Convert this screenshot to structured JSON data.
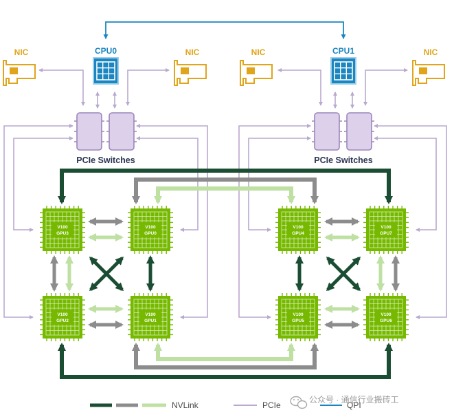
{
  "cpus": [
    {
      "id": "cpu0",
      "label": "CPU0"
    },
    {
      "id": "cpu1",
      "label": "CPU1"
    }
  ],
  "nics": [
    {
      "id": "nic1",
      "label": "NIC"
    },
    {
      "id": "nic2",
      "label": "NIC"
    },
    {
      "id": "nic3",
      "label": "NIC"
    },
    {
      "id": "nic4",
      "label": "NIC"
    }
  ],
  "switch_groups": [
    {
      "id": "sw-left",
      "label": "PCIe Switches"
    },
    {
      "id": "sw-right",
      "label": "PCIe Switches"
    }
  ],
  "gpus": [
    {
      "id": "gpu3",
      "line1": "V100",
      "line2": "GPU3"
    },
    {
      "id": "gpu0",
      "line1": "V100",
      "line2": "GPU0"
    },
    {
      "id": "gpu4",
      "line1": "V100",
      "line2": "GPU4"
    },
    {
      "id": "gpu7",
      "line1": "V100",
      "line2": "GPU7"
    },
    {
      "id": "gpu2",
      "line1": "V100",
      "line2": "GPU2"
    },
    {
      "id": "gpu1",
      "line1": "V100",
      "line2": "GPU1"
    },
    {
      "id": "gpu5",
      "line1": "V100",
      "line2": "GPU5"
    },
    {
      "id": "gpu6",
      "line1": "V100",
      "line2": "GPU6"
    }
  ],
  "legend": {
    "nvlink": "NVLink",
    "pcie": "PCIe",
    "qpi": "QPI"
  },
  "watermark": "公众号 · 通信行业搬砖工",
  "colors": {
    "cpu": "#1b86bf",
    "nic": "#e0a51b",
    "pcie": "#b9a9cf",
    "switch_fill": "#ddd0ea",
    "switch_stroke": "#9c86bb",
    "gpu": "#76b900",
    "nvlink_dark": "#1b4d33",
    "nvlink_gray": "#8c8c8c",
    "nvlink_light": "#bfe0a3"
  }
}
